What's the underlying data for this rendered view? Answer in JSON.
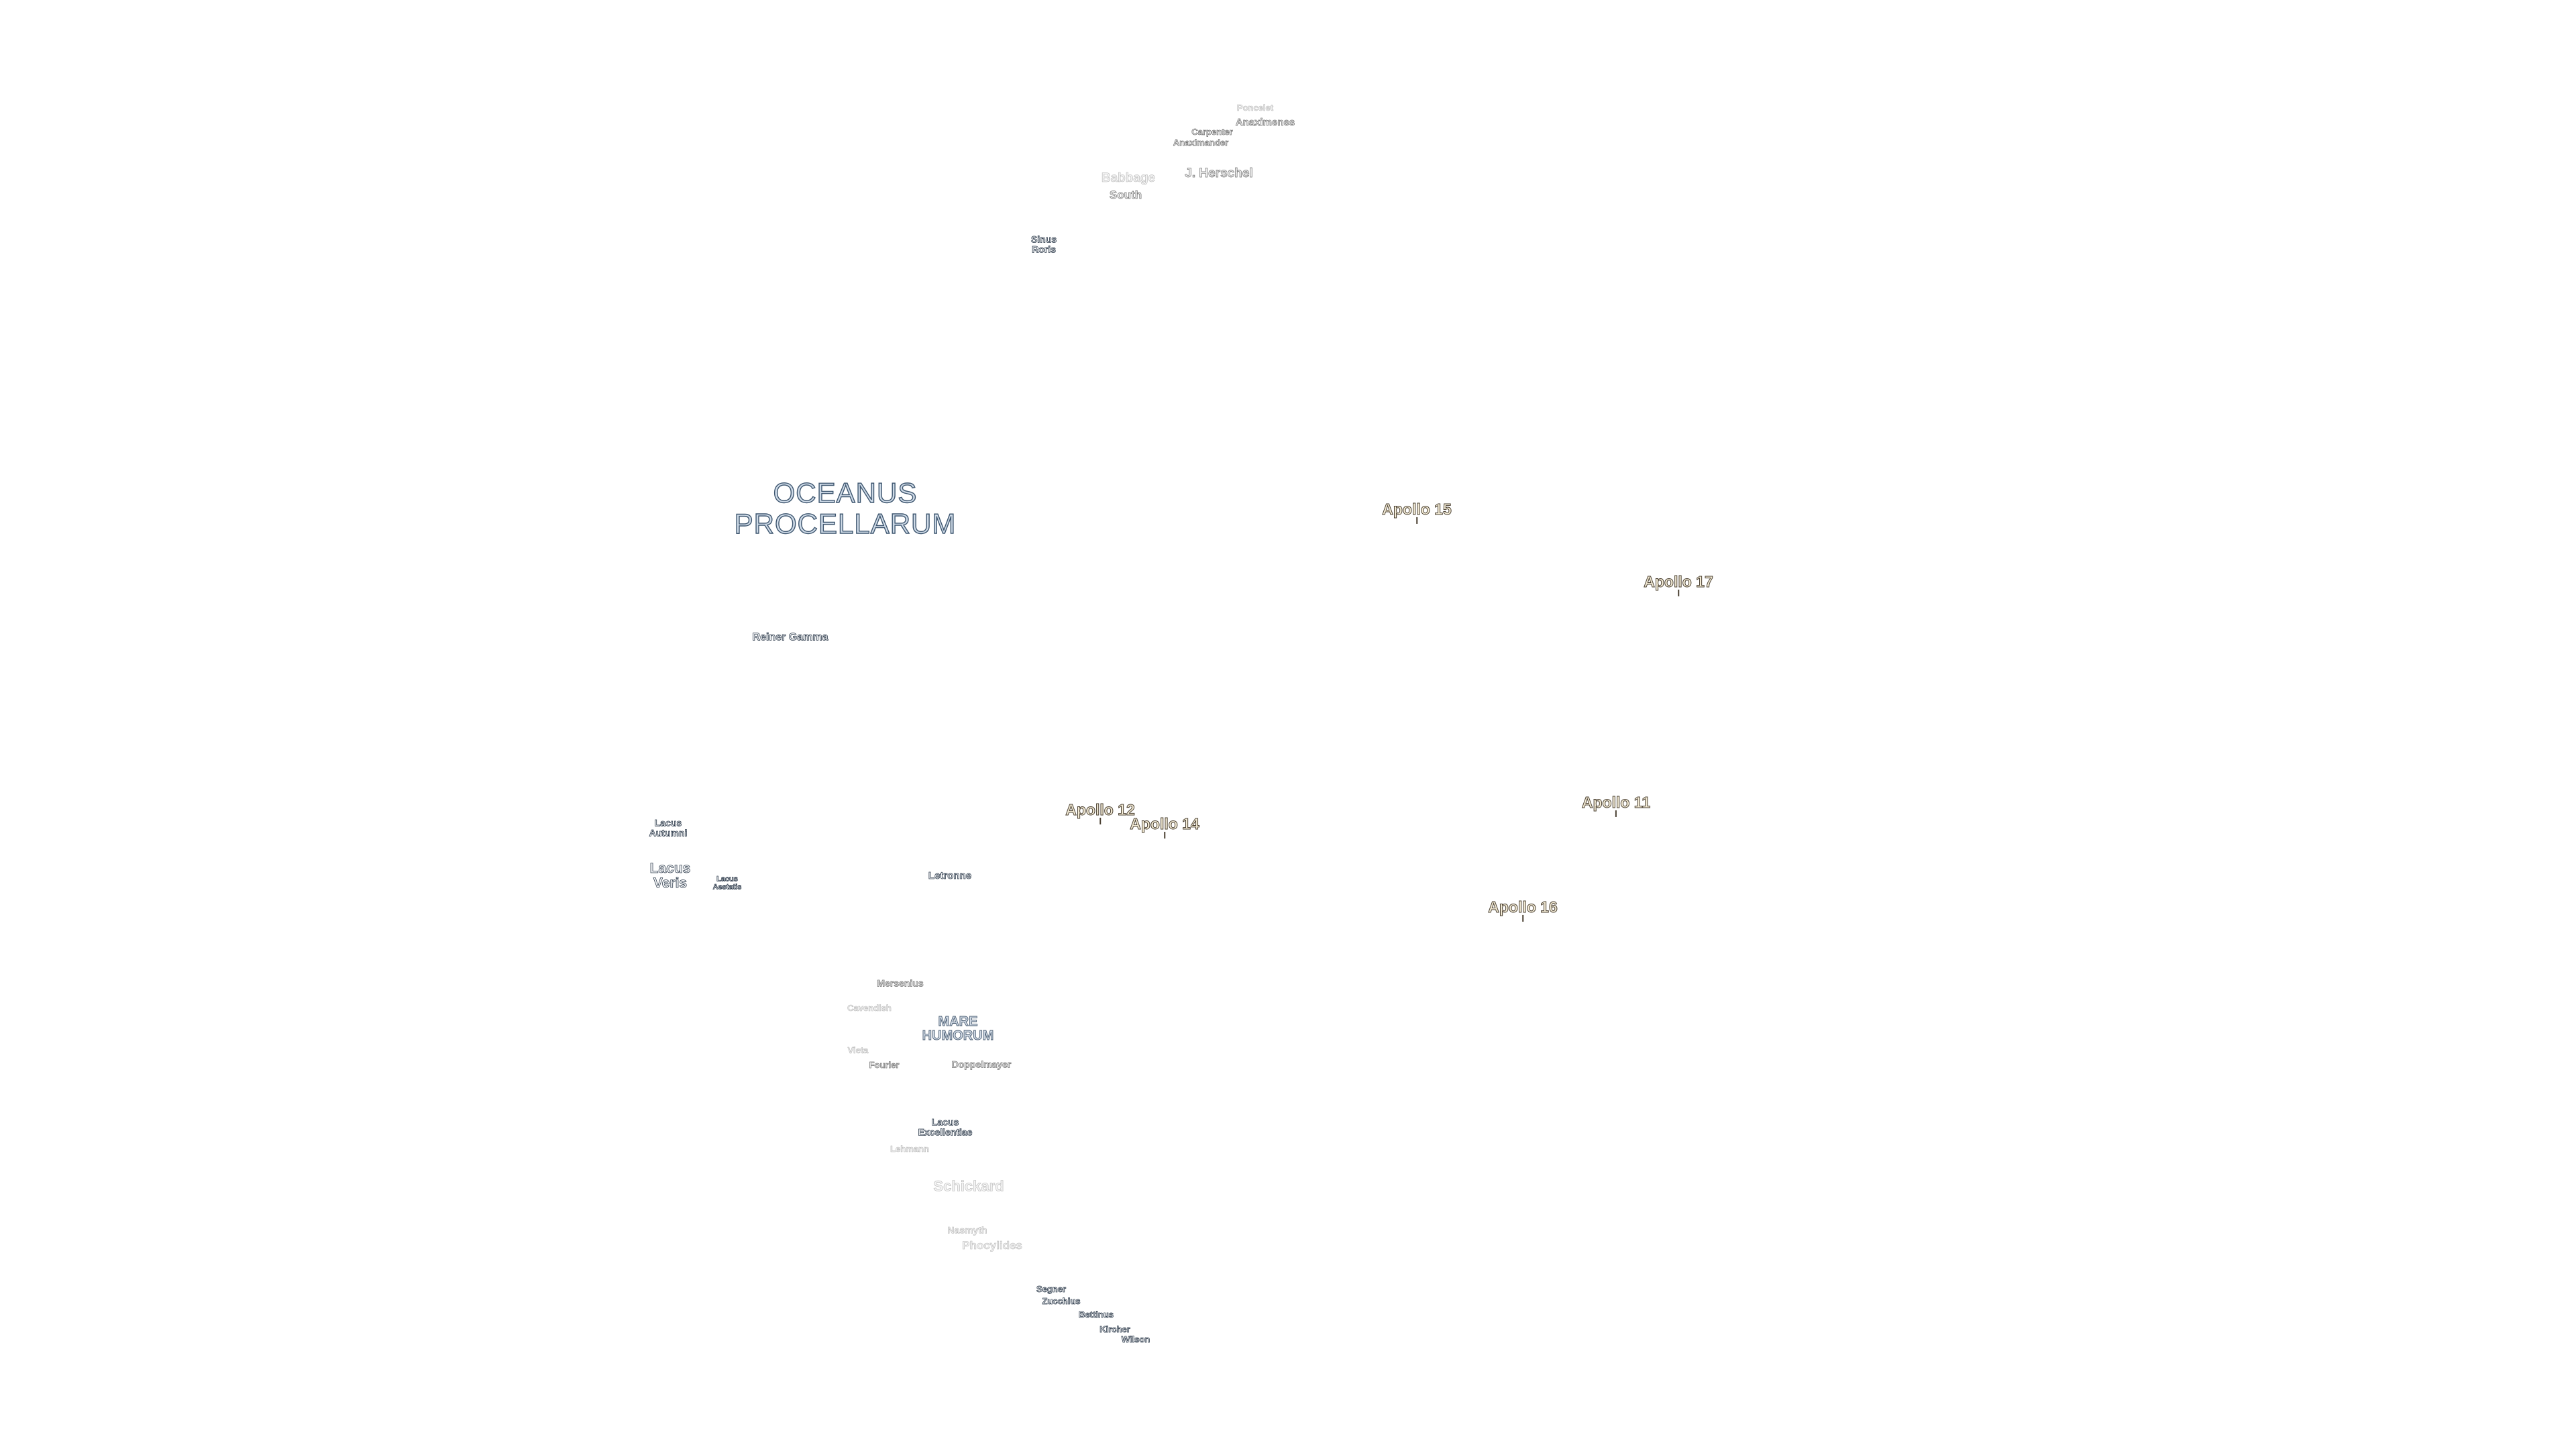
{
  "map": {
    "labels": {
      "oceanus_procellarum": {
        "line1": "OCEANUS",
        "line2": "PROCELLARUM"
      },
      "mare_humorum": {
        "line1": "MARE",
        "line2": "HUMORUM"
      },
      "lacus_autumni": {
        "line1": "Lacus",
        "line2": "Autumni"
      },
      "lacus_veris": {
        "line1": "Lacus",
        "line2": "Veris"
      },
      "lacus_aestatis": {
        "line1": "Lacus",
        "line2": "Aestatis"
      },
      "lacus_excellentiae": {
        "line1": "Lacus",
        "line2": "Excellentiae"
      },
      "sinus_roris": {
        "line1": "Sinus",
        "line2": "Roris"
      },
      "reiner_gamma": "Reiner Gamma",
      "letronne": "Letronne",
      "poncelet": "Poncelet",
      "anaximenes": "Anaximenes",
      "carpenter": "Carpenter",
      "anaximander": "Anaximander",
      "babbage": "Babbage",
      "south": "South",
      "j_herschel": "J. Herschel",
      "mersenius": "Mersenius",
      "cavendish": "Cavendish",
      "vieta": "Vieta",
      "fourier": "Fourier",
      "doppelmayer": "Doppelmayer",
      "lehmann": "Lehmann",
      "schickard": "Schickard",
      "nasmyth": "Nasmyth",
      "phocylides": "Phocylides",
      "segner": "Segner",
      "zucchius": "Zucchius",
      "bettinus": "Bettinus",
      "kircher": "Kircher",
      "wilson": "Wilson"
    },
    "apollo_sites": [
      {
        "id": "apollo-15",
        "label": "Apollo 15"
      },
      {
        "id": "apollo-17",
        "label": "Apollo 17"
      },
      {
        "id": "apollo-12",
        "label": "Apollo 12"
      },
      {
        "id": "apollo-14",
        "label": "Apollo 14"
      },
      {
        "id": "apollo-11",
        "label": "Apollo 11"
      },
      {
        "id": "apollo-16",
        "label": "Apollo 16"
      }
    ]
  },
  "colors": {
    "background": "#ffffff",
    "mare_fill": "#cfdbe8",
    "mare_outline": "#3e566f",
    "apollo_fill": "#f4ecd6",
    "apollo_outline": "#4a4032",
    "crater_fill": "#eeeeee",
    "crater_outline": "#6f6f6f"
  }
}
